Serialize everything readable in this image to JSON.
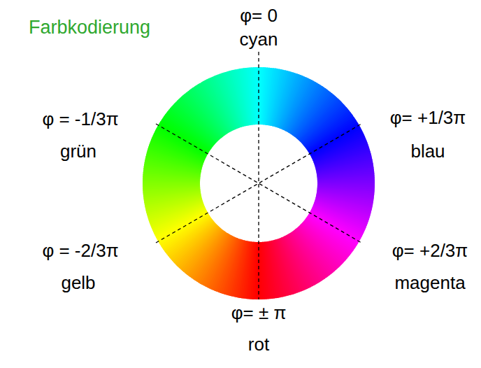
{
  "diagram": {
    "title": "Farbkodierung",
    "labels": [
      "φ= 0",
      "cyan",
      "φ = -1/3π",
      "grün",
      "φ= +1/3π",
      "blau",
      "φ = -2/3π",
      "gelb",
      "φ= +2/3π",
      "magenta",
      "φ= ± π",
      "rot"
    ]
  }
}
